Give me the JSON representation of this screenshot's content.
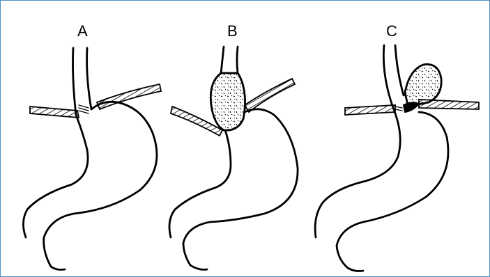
{
  "colors": {
    "border": "#4a90c2",
    "ink": "#000000",
    "background": "#ffffff"
  },
  "panels": [
    {
      "label": "A"
    },
    {
      "label": "B"
    },
    {
      "label": "C"
    }
  ]
}
